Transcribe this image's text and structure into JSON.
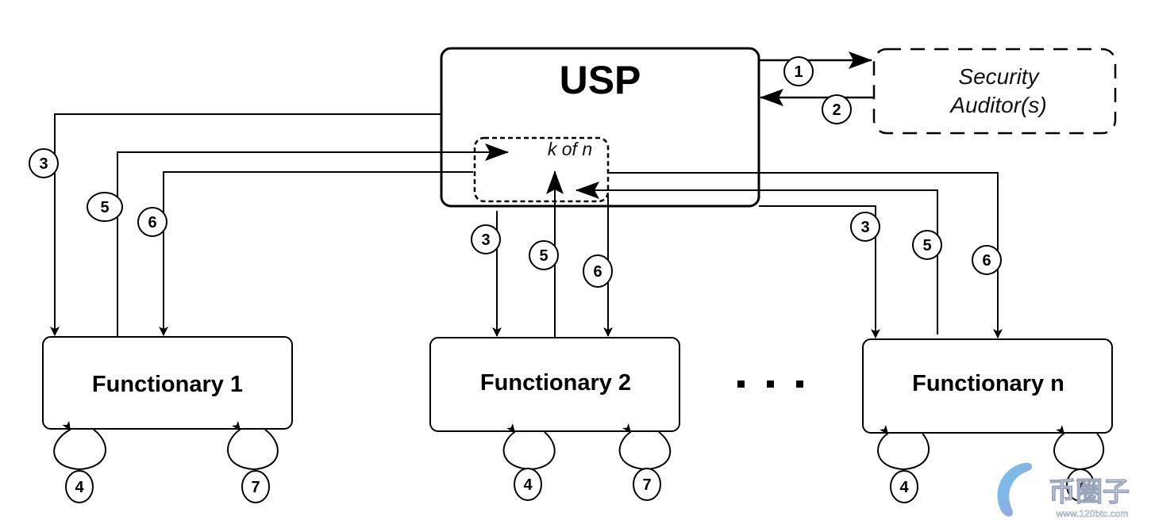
{
  "diagram": {
    "usp": {
      "label": "USP",
      "threshold_label": "k of n"
    },
    "auditor": {
      "label_line1": "Security",
      "label_line2": "Auditor(s)"
    },
    "functionaries": [
      {
        "label": "Functionary 1"
      },
      {
        "label": "Functionary 2"
      },
      {
        "label": "Functionary n"
      }
    ],
    "ellipsis": "...",
    "steps": {
      "s1": "1",
      "s2": "2",
      "s3": "3",
      "s4": "4",
      "s5": "5",
      "s6": "6",
      "s7": "7"
    },
    "watermark": {
      "brand": "币圈子",
      "url": "www.120btc.com"
    }
  }
}
